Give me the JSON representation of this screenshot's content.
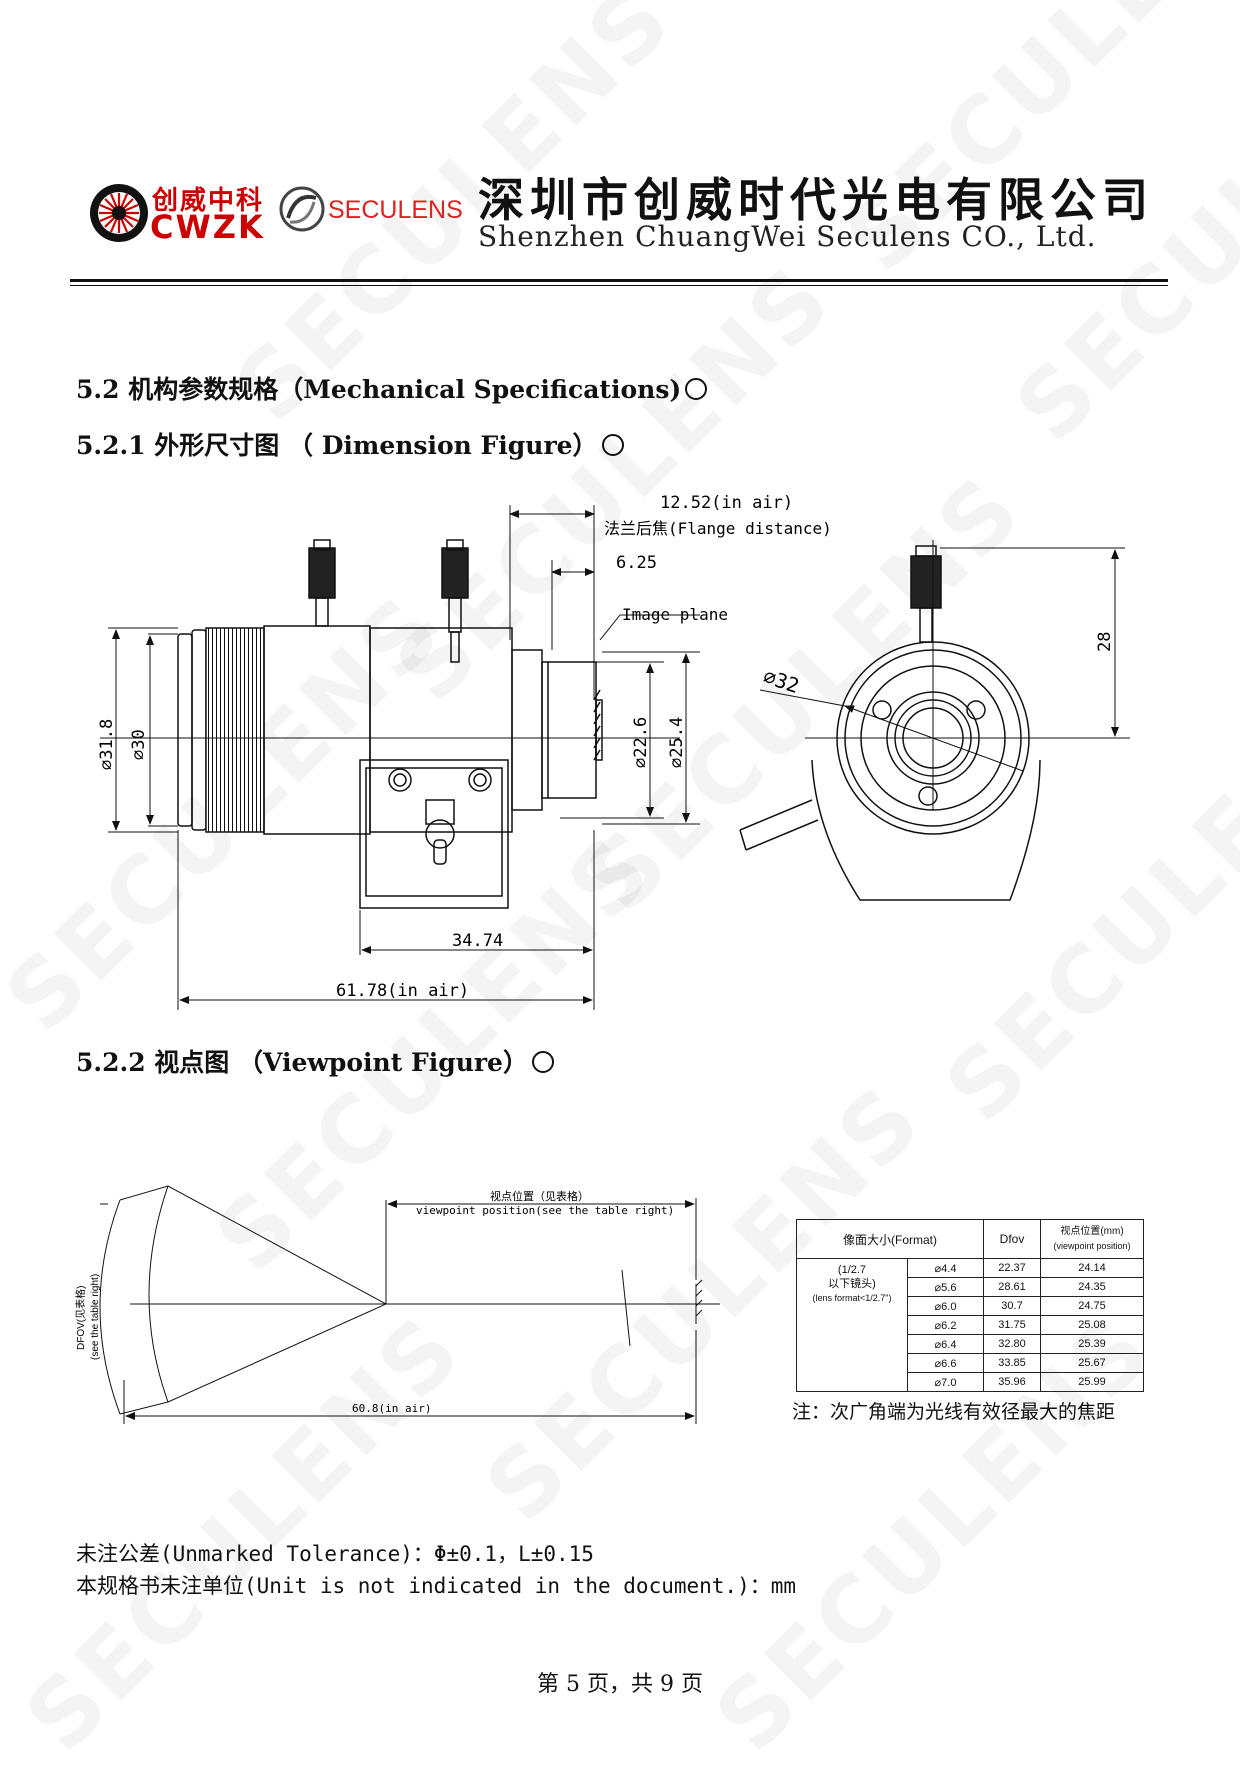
{
  "header": {
    "logo_cn": "创威中科",
    "logo_en": "CWZK",
    "seculens_logo": "SECULENS",
    "company_cn": "深圳市创威时代光电有限公司",
    "company_en": "Shenzhen ChuangWei Seculens CO., Ltd."
  },
  "watermark": "SECULENS",
  "sections": {
    "s52": "5.2 机构参数规格（Mechanical Specifications)",
    "s521": "5.2.1 外形尺寸图 （ Dimension Figure）",
    "s522": "5.2.2 视点图 （Viewpoint Figure）"
  },
  "dimension": {
    "flange_value": "12.52(in air)",
    "flange_label": "法兰后焦(Flange distance)",
    "d625": "6.25",
    "image_plane": "Image plane",
    "d318": "⌀31.8",
    "d30": "⌀30",
    "d226": "⌀22.6",
    "d254": "⌀25.4",
    "d3474": "34.74",
    "d6178": "61.78(in air)",
    "d32": "⌀32",
    "d28": "28"
  },
  "viewpoint": {
    "pos_cn": "视点位置（见表格）",
    "pos_en": "viewpoint position(see the table right)",
    "dfov_1": "DFOV(见表格)",
    "dfov_2": "(see the table right)",
    "length": "60.8(in air)"
  },
  "viewpoint_table": {
    "headers": {
      "format": "像面大小(Format)",
      "dfov": "Dfov",
      "vp_cn": "视点位置(mm)",
      "vp_en": "(viewpoint position)"
    },
    "format_label_1": "(1/2.7",
    "format_label_2": "以下镜头)",
    "format_label_3": "(lens format<1/2.7\")",
    "rows": [
      {
        "size": "⌀4.4",
        "dfov": "22.37",
        "vp": "24.14"
      },
      {
        "size": "⌀5.6",
        "dfov": "28.61",
        "vp": "24.35"
      },
      {
        "size": "⌀6.0",
        "dfov": "30.7",
        "vp": "24.75"
      },
      {
        "size": "⌀6.2",
        "dfov": "31.75",
        "vp": "25.08"
      },
      {
        "size": "⌀6.4",
        "dfov": "32.80",
        "vp": "25.39"
      },
      {
        "size": "⌀6.6",
        "dfov": "33.85",
        "vp": "25.67"
      },
      {
        "size": "⌀7.0",
        "dfov": "35.96",
        "vp": "25.99"
      }
    ],
    "note": "注：次广角端为光线有效径最大的焦距"
  },
  "notes": {
    "tolerance": "未注公差(Unmarked Tolerance)：Φ±0.1，L±0.15",
    "unit": "本规格书未注单位(Unit is not indicated in the document.)：mm"
  },
  "footer": {
    "page": "第 5 页，共 9 页"
  }
}
